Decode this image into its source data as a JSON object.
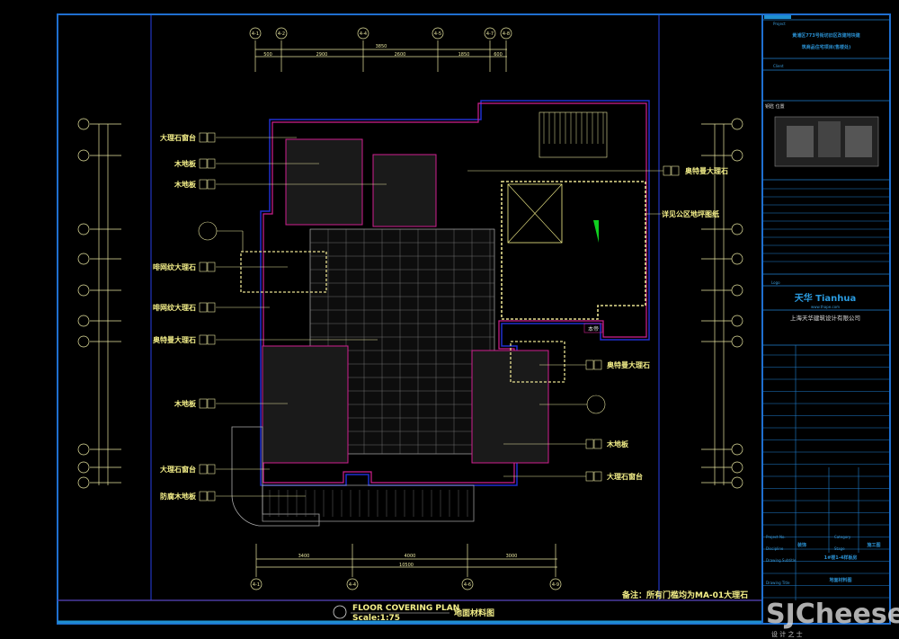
{
  "drawing": {
    "title_en": "FLOOR COVERING PLAN",
    "scale": "Scale:1:75",
    "title_cn": "地面材料图",
    "note": "备注：所有门槛均为MA-01大理石"
  },
  "left_labels": [
    "大理石窗台",
    "木地板",
    "木地板",
    "啡网纹大理石",
    "啡网纹大理石",
    "奥特曼大理石",
    "木地板",
    "大理石窗台",
    "防腐木地板"
  ],
  "right_labels": [
    "奥特曼大理石",
    "详见公区地坪图纸",
    "奥特曼大理石",
    "木地板",
    "大理石窗台"
  ],
  "room_tag": "本帝",
  "top_axes": [
    "4-1",
    "4-2",
    "4-4",
    "4-5",
    "4-7",
    "4-8"
  ],
  "top_dims": {
    "total": "3850",
    "segments": [
      "500",
      "2900",
      "2600",
      "1850",
      "600"
    ]
  },
  "bottom_axes": [
    "4-1",
    "4-4",
    "4-6",
    "4-9"
  ],
  "bottom_dims": {
    "total": "10500",
    "segments": [
      "3400",
      "4000",
      "3000"
    ]
  },
  "title_block": {
    "project_label": "Project",
    "project_name_1": "黄浦区773号街坊旧区改建地块建",
    "project_name_2": "筑商品住宅项目(售楼处)",
    "client_label": "Client",
    "key_plan_label": "钥匙 位置",
    "logo_label": "Logo",
    "logo_text": "天华 Tianhua",
    "website": "www.thape.com",
    "company": "上海天华建筑设计有限公司",
    "discipline": "装饰",
    "stage": "施工图",
    "subtitle": "1#楼1-4样板房",
    "drawing_title": "地面材料图",
    "drawing_title_label": "Drawing Title",
    "subtitle_label": "Drawing Subtitle",
    "discipline_label": "Discipline",
    "stage_label": "Stage",
    "project_no_label": "Project No.",
    "category_label": "Category"
  },
  "watermark": {
    "brand": "SJCheese",
    "tagline": "设 计 之 士"
  },
  "colors": {
    "frame": "#1f6fd0",
    "wall": "#d02090",
    "label": "#f5f08a",
    "block": "#2a8fd0"
  }
}
